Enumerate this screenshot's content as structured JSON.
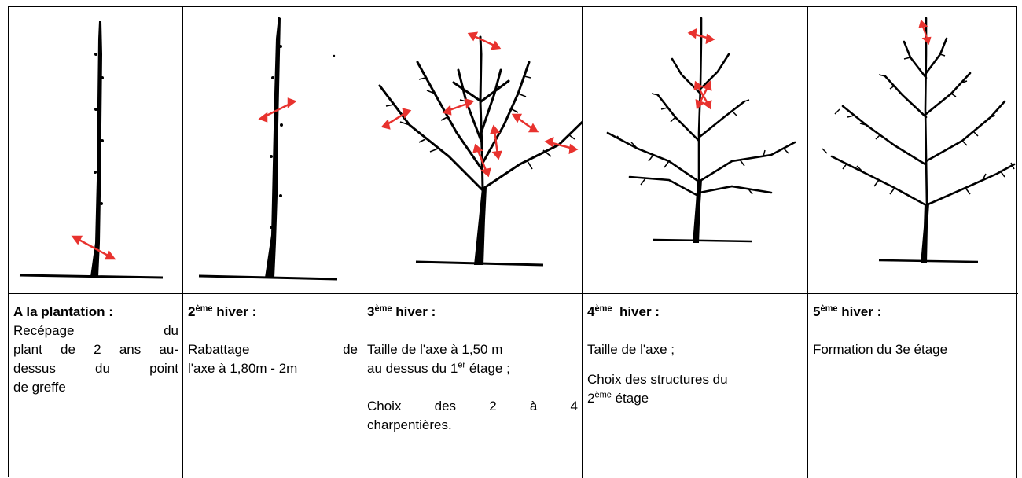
{
  "columns": [
    {
      "title": "A la plantation :",
      "lines": [
        "Recépage du",
        "plant de 2 ans au-",
        "dessus du point",
        "de greffe"
      ]
    },
    {
      "title_num": "2",
      "title_sup": "ème",
      "title_rest": " hiver :",
      "lines": [
        "Rabattage de",
        "l'axe à 1,80m - 2m"
      ]
    },
    {
      "title_num": "3",
      "title_sup": "ème",
      "title_rest": " hiver :",
      "line1": "Taille de l'axe à 1,50 m",
      "line2_a": "au dessus du 1",
      "line2_sup": "er",
      "line2_b": " étage ;",
      "line3": "Choix des 2 à 4",
      "line4": "charpentières."
    },
    {
      "title_num": "4",
      "title_sup": "ème",
      "title_rest": "  hiver :",
      "line1": "Taille de l'axe ;",
      "line2": "Choix des structures du",
      "line3_a": "2",
      "line3_sup": "ème",
      "line3_b": " étage"
    },
    {
      "title_num": "5",
      "title_sup": "ème",
      "title_rest": " hiver :",
      "line1": "Formation du 3e étage"
    }
  ],
  "colors": {
    "arrow": "#e8322e",
    "tree": "#000000",
    "border": "#000000"
  }
}
